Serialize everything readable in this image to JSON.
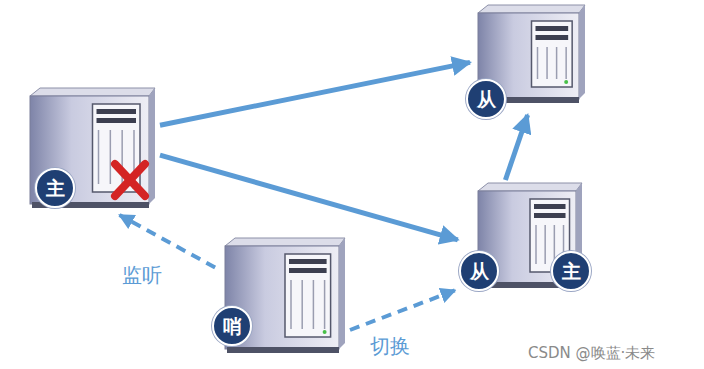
{
  "diagram": {
    "nodes": [
      {
        "text": [
          "从"
        ]
      },
      {
        "text": [
          "主"
        ]
      },
      {
        "text": [
          "从",
          "主"
        ]
      },
      {
        "text": [
          "哨"
        ]
      }
    ],
    "edges": [
      {
        "from": 1,
        "to": 0,
        "arrow": "to"
      },
      {
        "from": 1,
        "to": 2,
        "arrow": "to"
      },
      {
        "from": 2,
        "to": 0,
        "arrow": "to"
      },
      {
        "from": 3,
        "to": 1,
        "label": "监听",
        "arrow": "to"
      },
      {
        "from": 3,
        "to": 2,
        "label": "切换",
        "arrow": "to"
      }
    ],
    "labels": [
      "CSDN @唤蓝·未来"
    ]
  }
}
